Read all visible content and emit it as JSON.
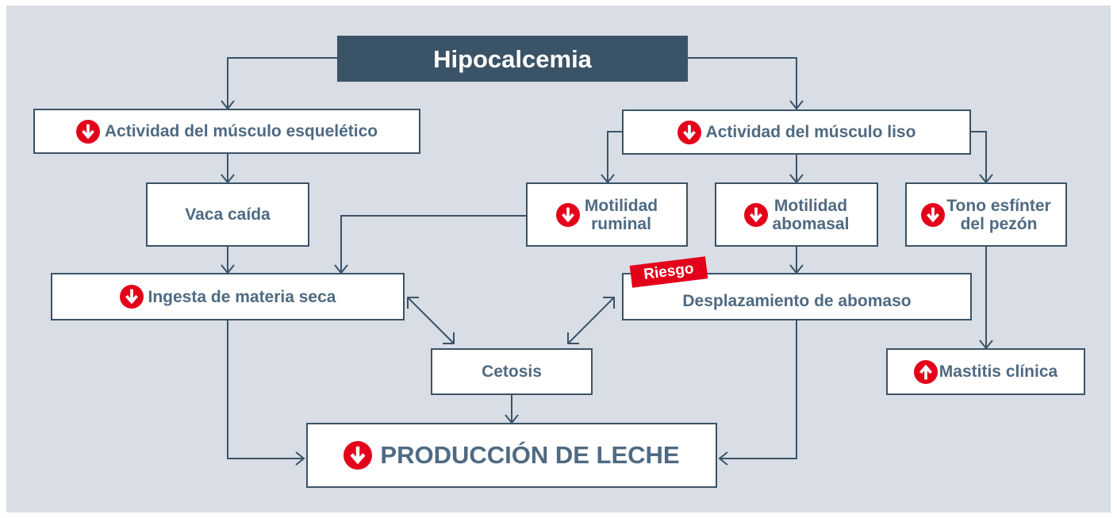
{
  "title": "Hipocalcemia",
  "risk_badge": "Riesgo",
  "colors": {
    "primary": "#3b5366",
    "text": "#4f6a82",
    "accent_red": "#e4001b",
    "background": "#d8dde6"
  },
  "nodes": {
    "skeletal": {
      "label": "Actividad del músculo esquelético",
      "icon": "down-arrow-icon"
    },
    "smooth": {
      "label": "Actividad del músculo liso",
      "icon": "down-arrow-icon"
    },
    "vaca": {
      "label": "Vaca caída"
    },
    "ruminal": {
      "line1": "Motilidad",
      "line2": "ruminal",
      "icon": "down-arrow-icon"
    },
    "abomasal": {
      "line1": "Motilidad",
      "line2": "abomasal",
      "icon": "down-arrow-icon"
    },
    "tono": {
      "line1": "Tono esfínter",
      "line2": "del pezón",
      "icon": "down-arrow-icon"
    },
    "ingesta": {
      "label": "Ingesta de materia seca",
      "icon": "down-arrow-icon"
    },
    "desplaz": {
      "label": "Desplazamiento de abomaso"
    },
    "cetosis": {
      "label": "Cetosis"
    },
    "mastitis": {
      "label": "Mastitis clínica",
      "icon": "up-arrow-icon"
    },
    "produccion": {
      "label": "PRODUCCIÓN DE LECHE",
      "icon": "down-arrow-icon"
    }
  },
  "edges": [
    {
      "from": "Hipocalcemia",
      "to": "Actividad del músculo esquelético"
    },
    {
      "from": "Hipocalcemia",
      "to": "Actividad del músculo liso"
    },
    {
      "from": "Actividad del músculo esquelético",
      "to": "Vaca caída"
    },
    {
      "from": "Vaca caída",
      "to": "Ingesta de materia seca"
    },
    {
      "from": "Actividad del músculo liso",
      "to": "Motilidad ruminal"
    },
    {
      "from": "Actividad del músculo liso",
      "to": "Motilidad abomasal"
    },
    {
      "from": "Actividad del músculo liso",
      "to": "Tono esfínter del pezón"
    },
    {
      "from": "Motilidad ruminal",
      "to": "Ingesta de materia seca"
    },
    {
      "from": "Motilidad abomasal",
      "to": "Desplazamiento de abomaso"
    },
    {
      "from": "Tono esfínter del pezón",
      "to": "Mastitis clínica"
    },
    {
      "from": "Ingesta de materia seca",
      "to": "Cetosis",
      "bidirectional": true
    },
    {
      "from": "Desplazamiento de abomaso",
      "to": "Cetosis",
      "bidirectional": true
    },
    {
      "from": "Cetosis",
      "to": "PRODUCCIÓN DE LECHE"
    },
    {
      "from": "Ingesta de materia seca",
      "to": "PRODUCCIÓN DE LECHE"
    },
    {
      "from": "Desplazamiento de abomaso",
      "to": "PRODUCCIÓN DE LECHE"
    }
  ]
}
